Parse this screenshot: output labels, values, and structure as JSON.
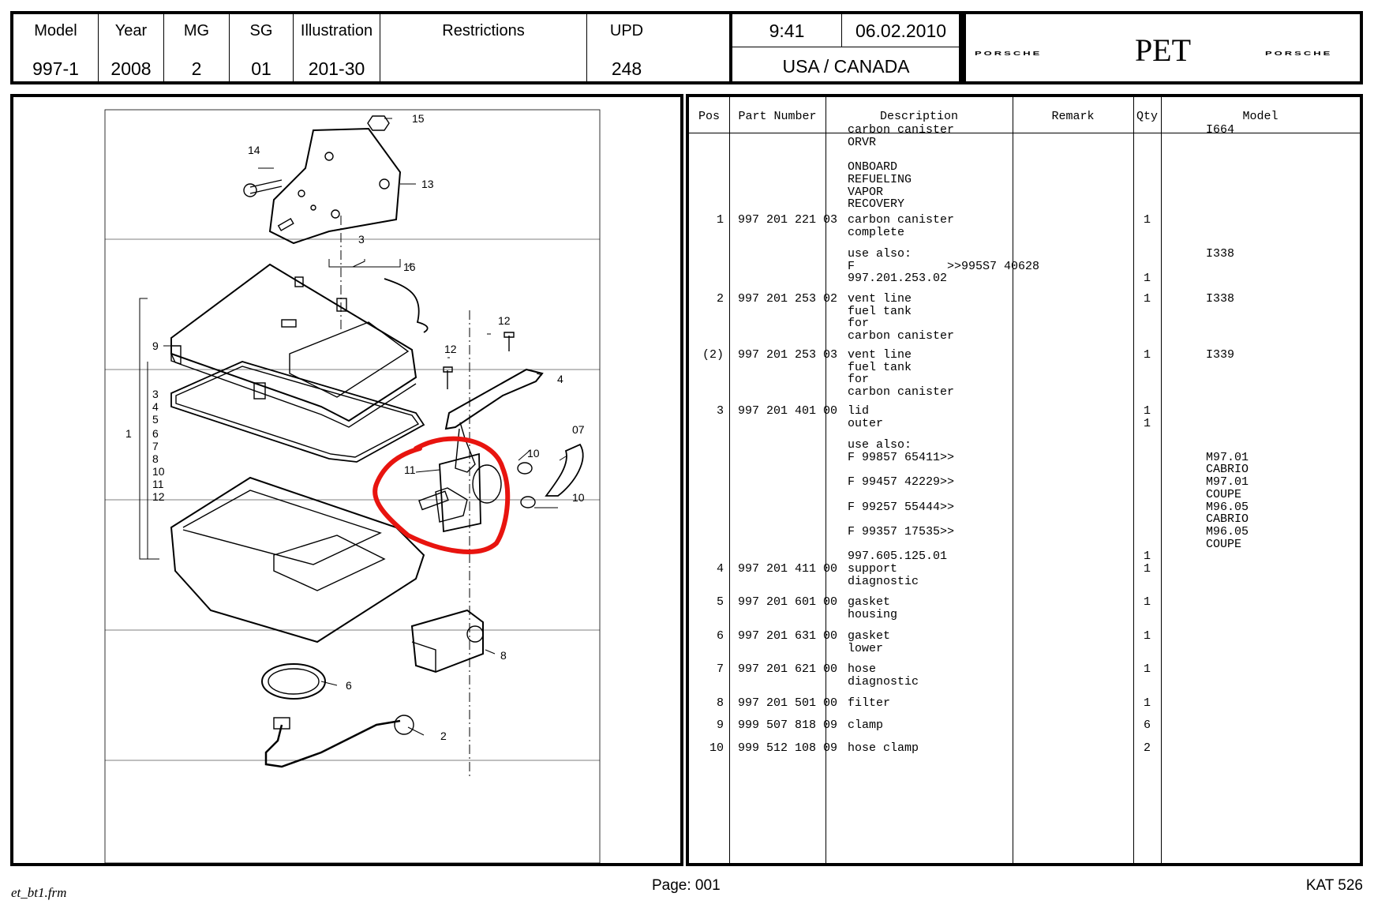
{
  "header": {
    "columns": [
      {
        "label": "Model",
        "value": "997-1"
      },
      {
        "label": "Year",
        "value": "2008"
      },
      {
        "label": "MG",
        "value": "2"
      },
      {
        "label": "SG",
        "value": "01"
      },
      {
        "label": "Illustration",
        "value": "201-30"
      },
      {
        "label": "Restrictions",
        "value": ""
      },
      {
        "label": "UPD",
        "value": "248"
      }
    ],
    "time": "9:41",
    "date": "06.02.2010",
    "region": "USA / CANADA",
    "brand_left": "PORSCHE",
    "app_name": "PET",
    "brand_right": "PORSCHE"
  },
  "diagram": {
    "callouts": [
      "15",
      "14",
      "13",
      "3",
      "16",
      "12",
      "12",
      "9",
      "4",
      "3",
      "4",
      "5",
      "1",
      "6",
      "7",
      "8",
      "10",
      "11",
      "12",
      "07",
      "10",
      "11",
      "10",
      "8",
      "6",
      "2"
    ],
    "highlight_color": "#e8140f"
  },
  "table": {
    "headers": {
      "pos": "Pos",
      "part": "Part Number",
      "desc": "Description",
      "remark": "Remark",
      "qty": "Qty",
      "model": "Model"
    },
    "rows": [
      {
        "pos": "",
        "part": "",
        "desc": "carbon canister\nORVR\n\nONBOARD\nREFUELING\nVAPOR\nRECOVERY",
        "qty": "",
        "model": "I664"
      },
      {
        "pos": "1",
        "part": "997 201 221 03",
        "desc": "carbon canister\ncomplete",
        "qty": "1",
        "model": ""
      },
      {
        "pos": "",
        "part": "",
        "desc": "use also:\nF             >>995S7 40628\n997.201.253.02",
        "qty": "\n\n1",
        "model": "I338"
      },
      {
        "pos": "2",
        "part": "997 201 253 02",
        "desc": "vent line\nfuel tank\nfor\ncarbon canister",
        "qty": "1",
        "model": "I338"
      },
      {
        "pos": "(2)",
        "part": "997 201 253 03",
        "desc": "vent line\nfuel tank\nfor\ncarbon canister",
        "qty": "1",
        "model": "I339"
      },
      {
        "pos": "3",
        "part": "997 201 401 00",
        "desc": "lid\nouter",
        "qty": "1\n1",
        "model": ""
      },
      {
        "pos": "",
        "part": "",
        "desc": "use also:\nF 99857 65411>>\n\nF 99457 42229>>\n\nF 99257 55444>>\n\nF 99357 17535>>\n\n997.605.125.01",
        "qty": "\n\n\n\n\n\n\n\n\n1",
        "model": "\nM97.01\nCABRIO\nM97.01\nCOUPE\nM96.05\nCABRIO\nM96.05\nCOUPE"
      },
      {
        "pos": "4",
        "part": "997 201 411 00",
        "desc": "support\ndiagnostic",
        "qty": "1",
        "model": ""
      },
      {
        "pos": "5",
        "part": "997 201 601 00",
        "desc": "gasket\nhousing",
        "qty": "1",
        "model": ""
      },
      {
        "pos": "6",
        "part": "997 201 631 00",
        "desc": "gasket\nlower",
        "qty": "1",
        "model": ""
      },
      {
        "pos": "7",
        "part": "997 201 621 00",
        "desc": "hose\ndiagnostic",
        "qty": "1",
        "model": ""
      },
      {
        "pos": "8",
        "part": "997 201 501 00",
        "desc": "filter",
        "qty": "1",
        "model": ""
      },
      {
        "pos": "9",
        "part": "999 507 818 09",
        "desc": "clamp",
        "qty": "6",
        "model": ""
      },
      {
        "pos": "10",
        "part": "999 512 108 09",
        "desc": "hose clamp",
        "qty": "2",
        "model": ""
      }
    ]
  },
  "footer": {
    "file": "et_bt1.frm",
    "page": "Page: 001",
    "catalog": "KAT 526"
  }
}
